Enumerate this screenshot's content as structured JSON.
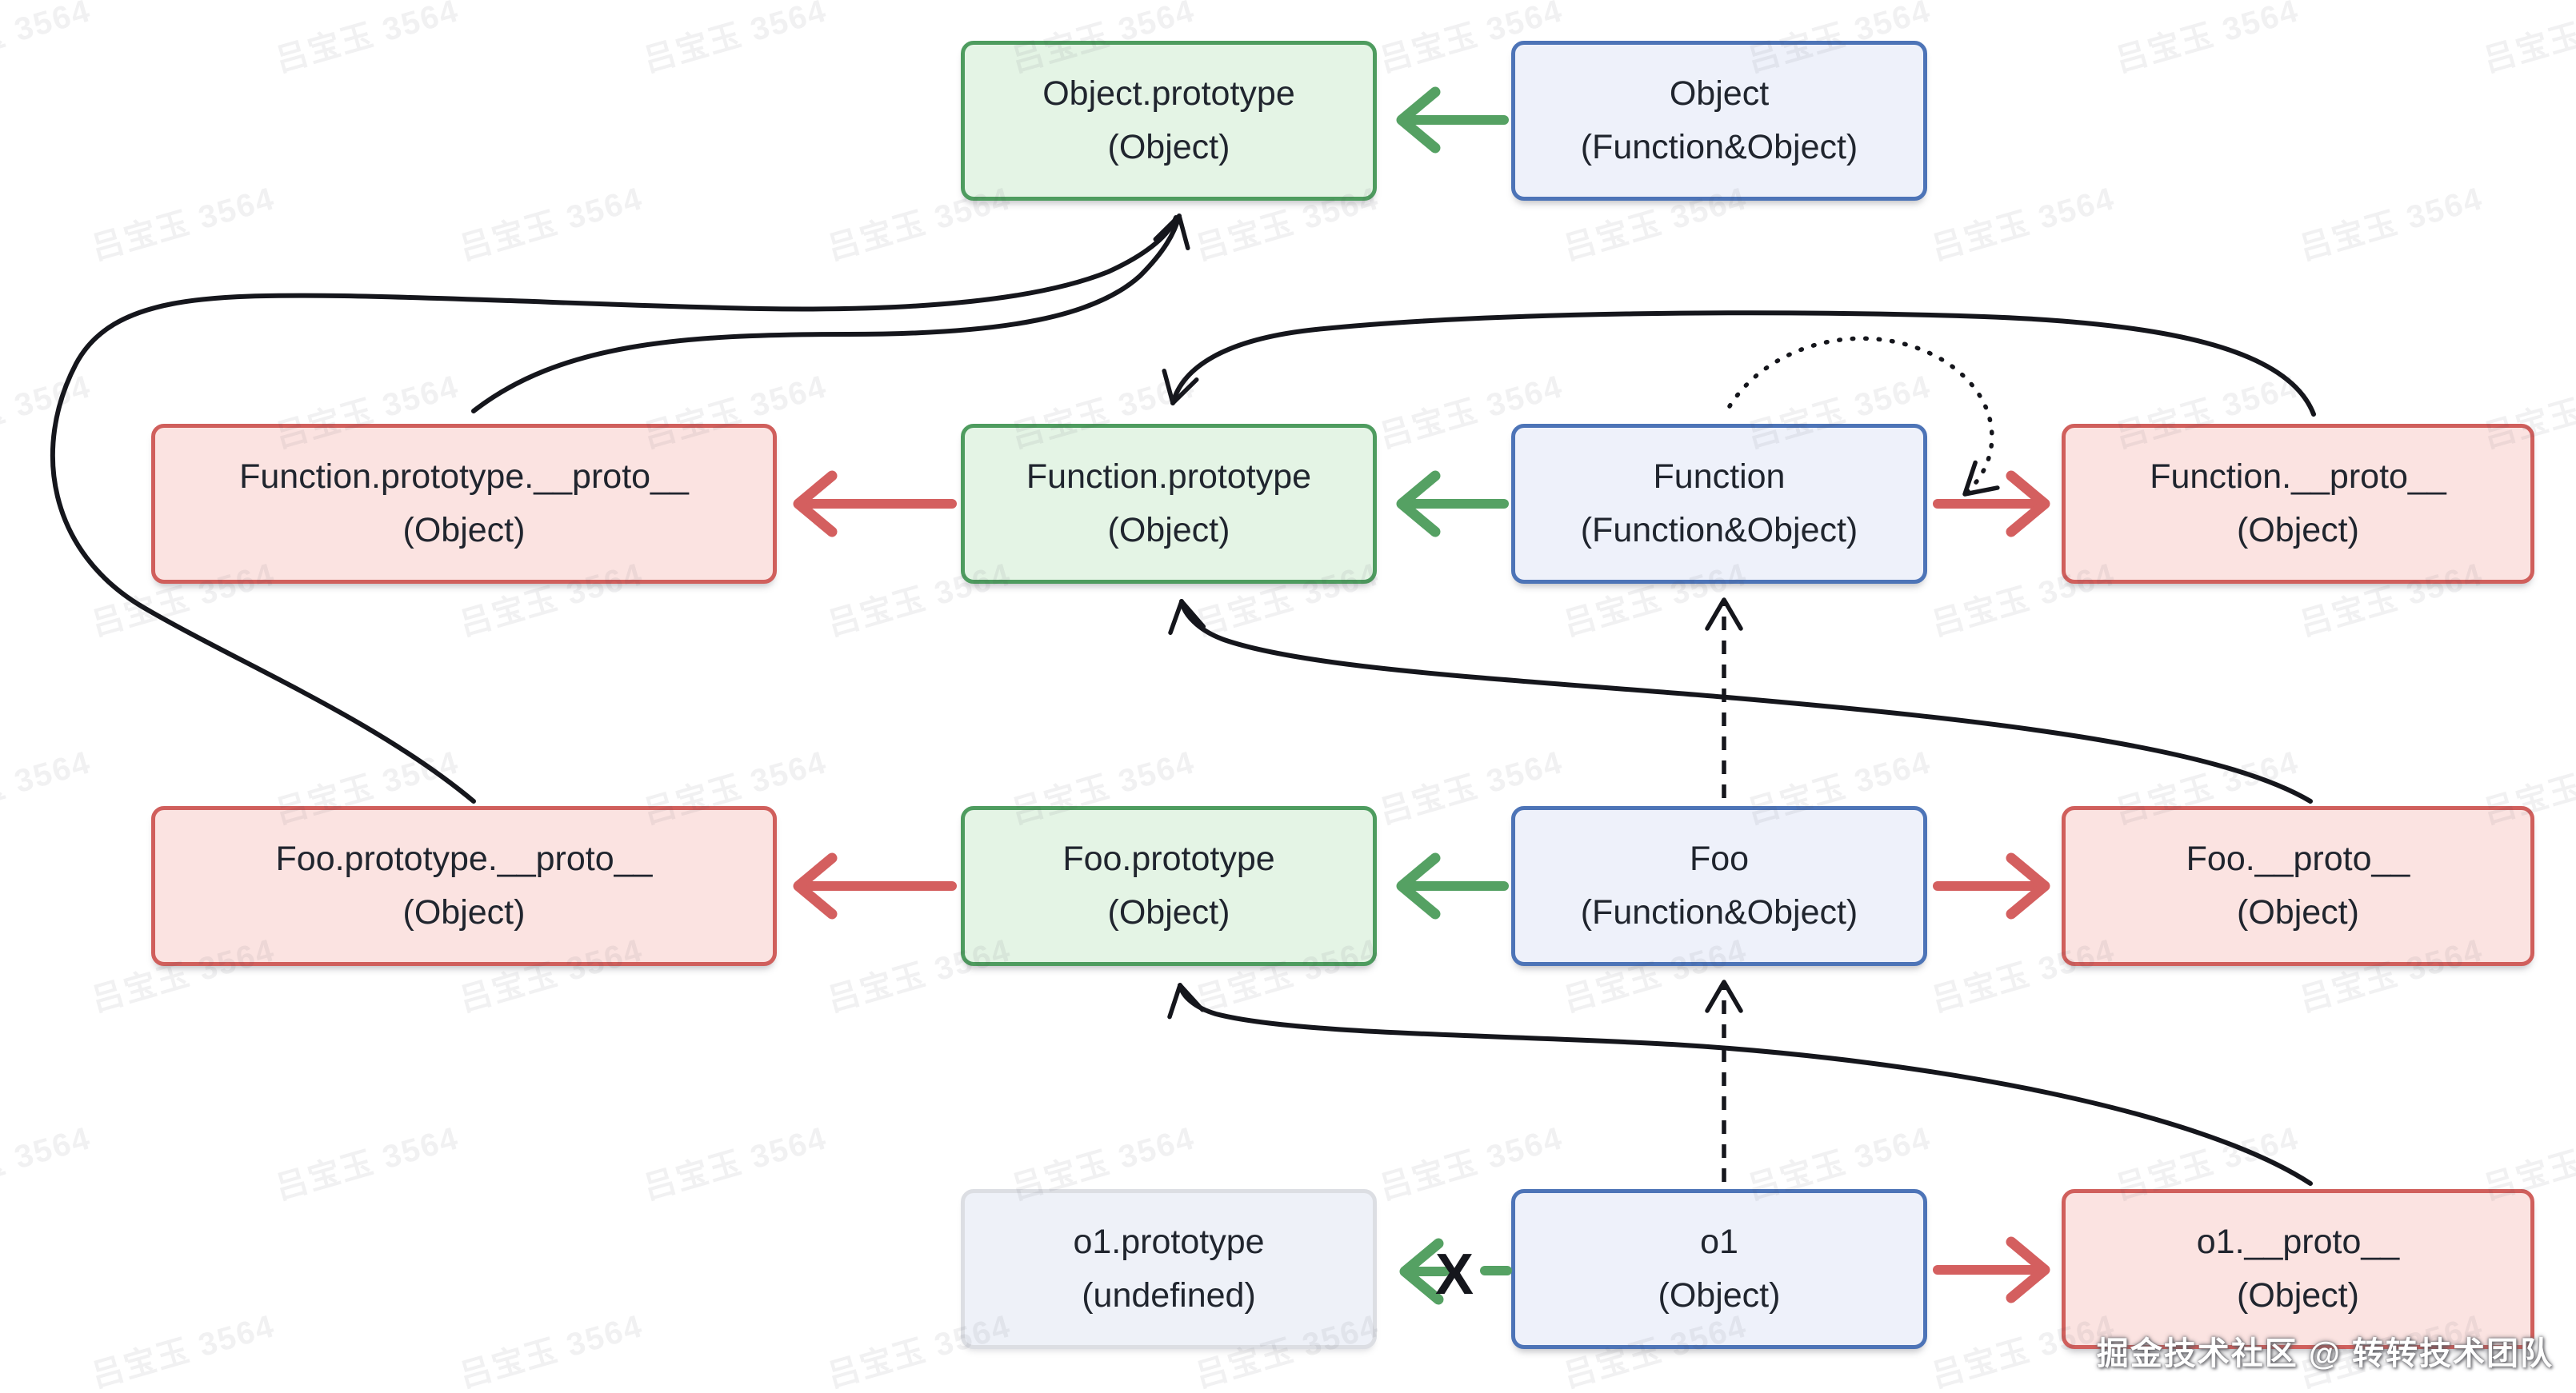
{
  "watermark": {
    "text": "吕宝玉 3564"
  },
  "credit": {
    "text": "掘金技术社区 @ 转转技术团队"
  },
  "annotations": {
    "broken_link_x": "X"
  },
  "colors": {
    "green_border": "#4e9c5f",
    "green_fill": "#e4f4e5",
    "blue_border": "#4d74b7",
    "blue_fill": "#eef1fa",
    "red_border": "#d05f5c",
    "red_fill": "#fbe3e1",
    "muted_border": "#dcdee3",
    "muted_fill": "#eef1f8",
    "arrow_green": "#55a163",
    "arrow_red": "#d45f5f",
    "line_black": "#15161c",
    "text": "#20252e"
  },
  "nodes": {
    "object_prototype": {
      "title": "Object.prototype",
      "subtitle": "(Object)"
    },
    "object": {
      "title": "Object",
      "subtitle": "(Function&Object)"
    },
    "function_prototype_proto": {
      "title": "Function.prototype.__proto__",
      "subtitle": "(Object)"
    },
    "function_prototype": {
      "title": "Function.prototype",
      "subtitle": "(Object)"
    },
    "function": {
      "title": "Function",
      "subtitle": "(Function&Object)"
    },
    "function_proto": {
      "title": "Function.__proto__",
      "subtitle": "(Object)"
    },
    "foo_prototype_proto": {
      "title": "Foo.prototype.__proto__",
      "subtitle": "(Object)"
    },
    "foo_prototype": {
      "title": "Foo.prototype",
      "subtitle": "(Object)"
    },
    "foo": {
      "title": "Foo",
      "subtitle": "(Function&Object)"
    },
    "foo_proto": {
      "title": "Foo.__proto__",
      "subtitle": "(Object)"
    },
    "o1_prototype": {
      "title": "o1.prototype",
      "subtitle": "(undefined)"
    },
    "o1": {
      "title": "o1",
      "subtitle": "(Object)"
    },
    "o1_proto": {
      "title": "o1.__proto__",
      "subtitle": "(Object)"
    }
  }
}
